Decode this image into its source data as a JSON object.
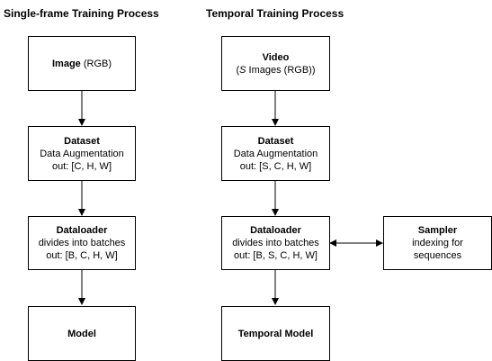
{
  "left": {
    "heading": "Single-frame Training Process",
    "image": {
      "title": "Image",
      "suffix": " (RGB)"
    },
    "dataset": {
      "title": "Dataset",
      "line1": "Data Augmentation",
      "line2": "out: [C, H, W]"
    },
    "dataloader": {
      "title": "Dataloader",
      "line1": "divides into batches",
      "line2": "out: [B, C, H, W]"
    },
    "model": {
      "title": "Model"
    }
  },
  "right": {
    "heading": "Temporal Training Process",
    "video": {
      "title": "Video",
      "line_prefix": "(",
      "line_var": "S",
      "line_rest": " Images (RGB))"
    },
    "dataset": {
      "title": "Dataset",
      "line1": "Data Augmentation",
      "line2": "out: [S, C, H, W]"
    },
    "dataloader": {
      "title": "Dataloader",
      "line1": "divides into batches",
      "line2": "out: [B, S, C, H, W]"
    },
    "model": {
      "title": "Temporal Model"
    },
    "sampler": {
      "title": "Sampler",
      "line1": "indexing for",
      "line2": "sequences"
    }
  }
}
